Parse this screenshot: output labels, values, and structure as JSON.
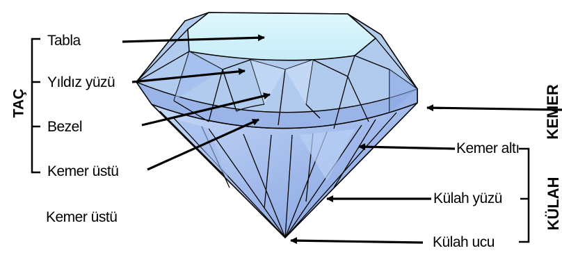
{
  "groups": {
    "crown": "TAÇ",
    "pavilion": "KÜLAH",
    "girdle": "KEMER"
  },
  "labels": {
    "table": "Tabla",
    "star_facet": "Yıldız yüzü",
    "bezel": "Bezel",
    "upper_girdle": "Kemer üstü",
    "lower_girdle_bottom_left": "Kemer üstü",
    "lower_girdle": "Kemer altı",
    "pavilion_facet": "Külah yüzü",
    "culet": "Külah ucu"
  },
  "colors": {
    "table": "#cdf3fb",
    "crown_facet": "#a9c5ee",
    "pavilion_facet": "#8fb0e6",
    "pavilion_light": "#b7cef3",
    "girdle": "#7f98dc",
    "outline": "#000000"
  }
}
